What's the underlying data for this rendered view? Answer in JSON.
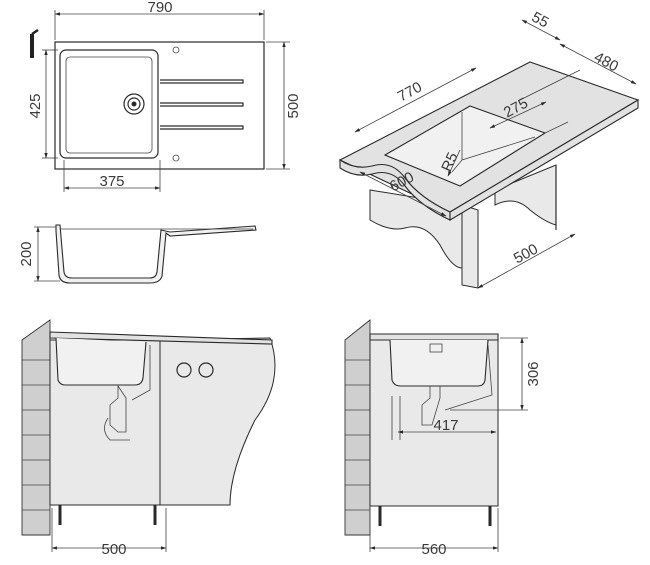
{
  "top_view": {
    "width": "790",
    "depth": "500",
    "bowl_depth": "425",
    "bowl_width": "375"
  },
  "side_view": {
    "height": "200"
  },
  "iso_view": {
    "length": "770",
    "edge": "55",
    "depth": "480",
    "bowl": "275",
    "radius": "R5",
    "front": "600",
    "cabinet": "500"
  },
  "front_view": {
    "cabinet": "500"
  },
  "section_view": {
    "cabinet": "560",
    "height": "306",
    "offset": "417"
  }
}
